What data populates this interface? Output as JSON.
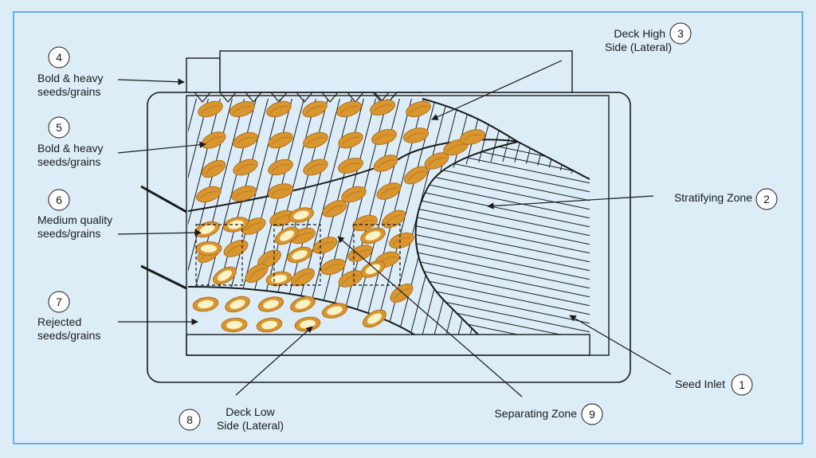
{
  "labels": {
    "l1": {
      "number": "1",
      "line1": "Seed  Inlet"
    },
    "l2": {
      "number": "2",
      "line1": "Stratifying Zone"
    },
    "l3": {
      "number": "3",
      "line1": "Deck High",
      "line2": "Side (Lateral)"
    },
    "l4": {
      "number": "4",
      "line1": "Bold & heavy",
      "line2": "seeds/grains"
    },
    "l5": {
      "number": "5",
      "line1": "Bold & heavy",
      "line2": "seeds/grains"
    },
    "l6": {
      "number": "6",
      "line1": "Medium quality",
      "line2": "seeds/grains"
    },
    "l7": {
      "number": "7",
      "line1": "Rejected",
      "line2": "seeds/grains"
    },
    "l8": {
      "number": "8",
      "line1": "Deck Low",
      "line2": "Side (Lateral)"
    },
    "l9": {
      "number": "9",
      "line1": "Separating Zone"
    }
  },
  "colors": {
    "background": "#dcedf8",
    "frame": "#3aa0d8",
    "seed_fill": "#d9962e",
    "seed_dark": "#b07020",
    "seed_kernel": "#fbf3c8",
    "line": "#1a1a1a"
  }
}
